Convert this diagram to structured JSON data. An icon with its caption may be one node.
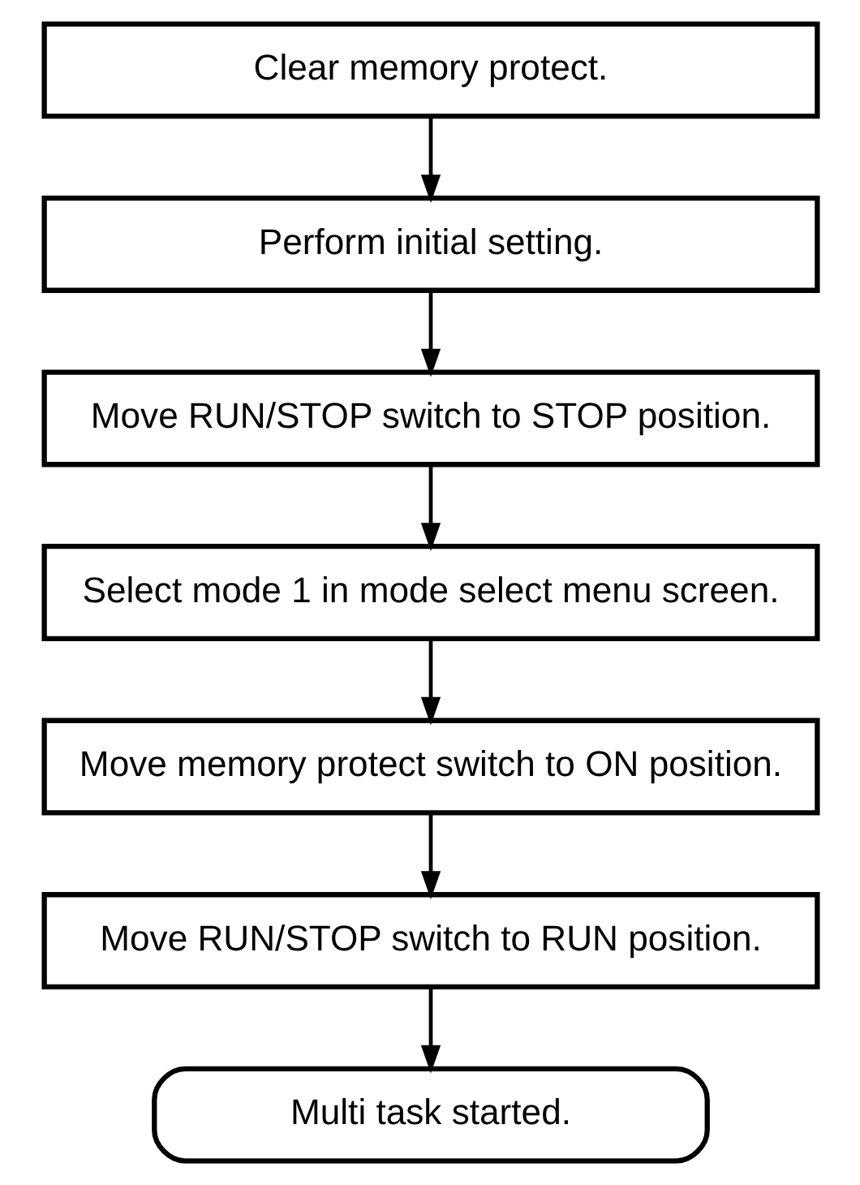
{
  "diagram": {
    "nodes": [
      {
        "text": [
          "Clear memory protect."
        ]
      },
      {
        "text": [
          "Perform initial setting."
        ]
      },
      {
        "text": [
          "Move RUN/STOP switch to STOP position."
        ]
      },
      {
        "text": [
          "Select mode 1 in mode select menu screen."
        ]
      },
      {
        "text": [
          "Move memory protect switch to ON position."
        ]
      },
      {
        "text": [
          "Move RUN/STOP switch to RUN position."
        ]
      },
      {
        "text": [
          "Multi task started."
        ]
      }
    ],
    "edges": [
      {
        "from": 0,
        "to": 1,
        "arrow": "to"
      },
      {
        "from": 1,
        "to": 2,
        "arrow": "to"
      },
      {
        "from": 2,
        "to": 3,
        "arrow": "to"
      },
      {
        "from": 3,
        "to": 4,
        "arrow": "to"
      },
      {
        "from": 4,
        "to": 5,
        "arrow": "to"
      },
      {
        "from": 5,
        "to": 6,
        "arrow": "to"
      }
    ]
  }
}
